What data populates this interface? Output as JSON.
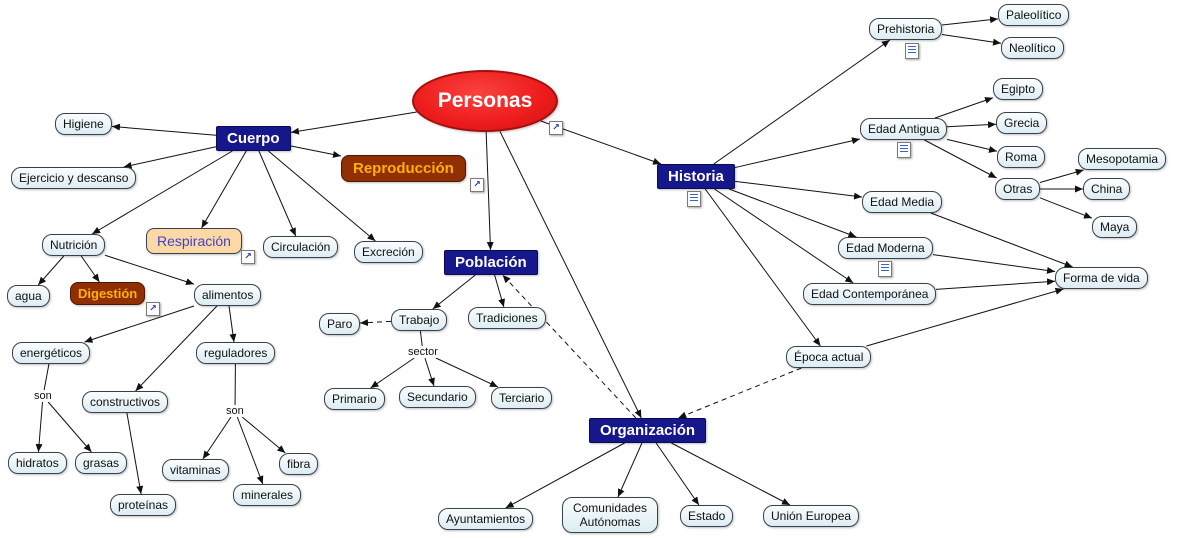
{
  "icons": {
    "link_glyph": "↗"
  },
  "colors": {
    "root_fill": "#ed1b1b",
    "root_border": "#a01010",
    "topic_fill": "#17178c",
    "topic_text": "#ffffff",
    "highlight_fill": "#8f2f02",
    "highlight_text": "#ffb100",
    "respiracion_fill": "#fcd8a4",
    "respiracion_text": "#4242cf",
    "node_fill": "#ddedf3"
  },
  "nodes": {
    "personas": "Personas",
    "cuerpo": "Cuerpo",
    "higiene": "Higiene",
    "ejercicio": "Ejercicio y descanso",
    "nutricion": "Nutrición",
    "respiracion": "Respiración",
    "circulacion": "Circulación",
    "excrecion": "Excreción",
    "reproduccion": "Reproducción",
    "agua": "agua",
    "digestion": "Digestión",
    "alimentos": "alimentos",
    "energeticos": "energéticos",
    "constructivos": "constructivos",
    "reguladores": "reguladores",
    "son": "son",
    "hidratos": "hidratos",
    "grasas": "grasas",
    "proteinas": "proteínas",
    "vitaminas": "vitaminas",
    "minerales": "minerales",
    "fibra": "fibra",
    "poblacion": "Población",
    "paro": "Paro",
    "trabajo": "Trabajo",
    "tradiciones": "Tradiciones",
    "sector": "sector",
    "primario": "Primario",
    "secundario": "Secundario",
    "terciario": "Terciario",
    "historia": "Historia",
    "prehistoria": "Prehistoria",
    "paleolitico": "Paleolítico",
    "neolitico": "Neolítico",
    "edad_antigua": "Edad Antigua",
    "egipto": "Egipto",
    "grecia": "Grecia",
    "roma": "Roma",
    "otras": "Otras",
    "mesopotamia": "Mesopotamia",
    "china": "China",
    "maya": "Maya",
    "edad_media": "Edad Media",
    "edad_moderna": "Edad Moderna",
    "edad_contemporanea": "Edad Contemporánea",
    "forma_de_vida": "Forma de vida",
    "epoca_actual": "Época actual",
    "organizacion": "Organización",
    "ayuntamientos": "Ayuntamientos",
    "comunidades": "Comunidades Autónomas",
    "estado": "Estado",
    "union_europea": "Unión Europea"
  },
  "edges": [
    {
      "from": "personas",
      "to": "cuerpo"
    },
    {
      "from": "personas",
      "to": "historia"
    },
    {
      "from": "personas",
      "to": "poblacion"
    },
    {
      "from": "personas",
      "to": "organizacion"
    },
    {
      "from": "cuerpo",
      "to": "higiene"
    },
    {
      "from": "cuerpo",
      "to": "ejercicio"
    },
    {
      "from": "cuerpo",
      "to": "nutricion"
    },
    {
      "from": "cuerpo",
      "to": "respiracion"
    },
    {
      "from": "cuerpo",
      "to": "circulacion"
    },
    {
      "from": "cuerpo",
      "to": "excrecion"
    },
    {
      "from": "cuerpo",
      "to": "reproduccion"
    },
    {
      "from": "nutricion",
      "to": "agua"
    },
    {
      "from": "nutricion",
      "to": "digestion"
    },
    {
      "from": "nutricion",
      "to": "alimentos"
    },
    {
      "from": "alimentos",
      "to": "energeticos"
    },
    {
      "from": "alimentos",
      "to": "constructivos"
    },
    {
      "from": "alimentos",
      "to": "reguladores"
    },
    {
      "from": "energeticos",
      "to": "son1",
      "arrow": false
    },
    {
      "from": "son1",
      "to": "hidratos"
    },
    {
      "from": "son1",
      "to": "grasas"
    },
    {
      "from": "constructivos",
      "to": "proteinas"
    },
    {
      "from": "reguladores",
      "to": "son2",
      "arrow": false
    },
    {
      "from": "son2",
      "to": "vitaminas"
    },
    {
      "from": "son2",
      "to": "fibra"
    },
    {
      "from": "son2",
      "to": "minerales"
    },
    {
      "from": "poblacion",
      "to": "trabajo"
    },
    {
      "from": "poblacion",
      "to": "tradiciones"
    },
    {
      "from": "trabajo",
      "to": "paro",
      "dashed": true
    },
    {
      "from": "trabajo",
      "to": "sector",
      "arrow": false
    },
    {
      "from": "sector",
      "to": "primario"
    },
    {
      "from": "sector",
      "to": "secundario"
    },
    {
      "from": "sector",
      "to": "terciario"
    },
    {
      "from": "historia",
      "to": "prehistoria"
    },
    {
      "from": "historia",
      "to": "edad_antigua"
    },
    {
      "from": "historia",
      "to": "edad_media"
    },
    {
      "from": "historia",
      "to": "edad_moderna"
    },
    {
      "from": "historia",
      "to": "edad_contemporanea"
    },
    {
      "from": "historia",
      "to": "epoca_actual"
    },
    {
      "from": "prehistoria",
      "to": "paleolitico"
    },
    {
      "from": "prehistoria",
      "to": "neolitico"
    },
    {
      "from": "edad_antigua",
      "to": "egipto"
    },
    {
      "from": "edad_antigua",
      "to": "grecia"
    },
    {
      "from": "edad_antigua",
      "to": "roma"
    },
    {
      "from": "edad_antigua",
      "to": "otras"
    },
    {
      "from": "otras",
      "to": "mesopotamia"
    },
    {
      "from": "otras",
      "to": "china"
    },
    {
      "from": "otras",
      "to": "maya"
    },
    {
      "from": "edad_media",
      "to": "forma_de_vida"
    },
    {
      "from": "edad_moderna",
      "to": "forma_de_vida"
    },
    {
      "from": "edad_contemporanea",
      "to": "forma_de_vida"
    },
    {
      "from": "epoca_actual",
      "to": "forma_de_vida"
    },
    {
      "from": "epoca_actual",
      "to": "organizacion",
      "dashed": true
    },
    {
      "from": "organizacion",
      "to": "poblacion",
      "dashed": true
    },
    {
      "from": "organizacion",
      "to": "ayuntamientos"
    },
    {
      "from": "organizacion",
      "to": "comunidades"
    },
    {
      "from": "organizacion",
      "to": "estado"
    },
    {
      "from": "organizacion",
      "to": "union_europea"
    }
  ]
}
